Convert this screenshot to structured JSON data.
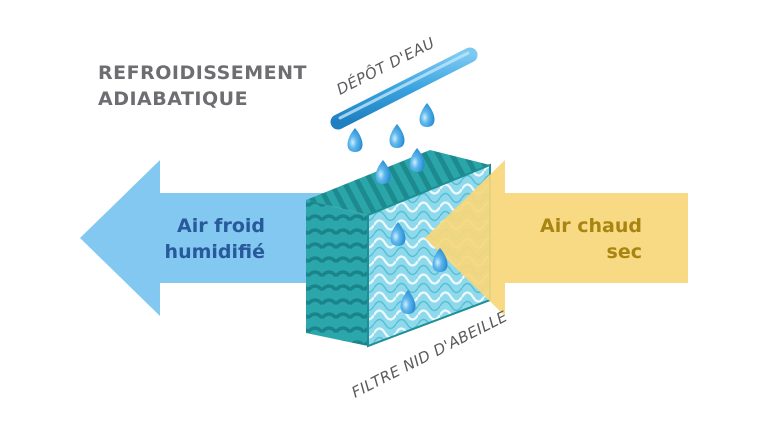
{
  "title": {
    "line1": "REFROIDISSEMENT",
    "line2": "ADIABATIQUE"
  },
  "labels": {
    "water_supply": "DÉPÔT D'EAU",
    "filter": "FILTRE NID D'ABEILLE",
    "cold_air_line1": "Air froid",
    "cold_air_line2": "humidifié",
    "hot_air_line1": "Air chaud",
    "hot_air_line2": "sec"
  },
  "colors": {
    "cold_arrow": "#82c8f0",
    "hot_arrow": "#f7d77a",
    "cold_text": "#27599b",
    "hot_text": "#a88410",
    "filter_dark": "#1e8f95",
    "filter_mid": "#2fb0b2",
    "filter_light": "#7fd3e6",
    "water_pipe": "#3aa3df",
    "water_drop": "#2f9be0",
    "title_text": "#6e6e72"
  }
}
